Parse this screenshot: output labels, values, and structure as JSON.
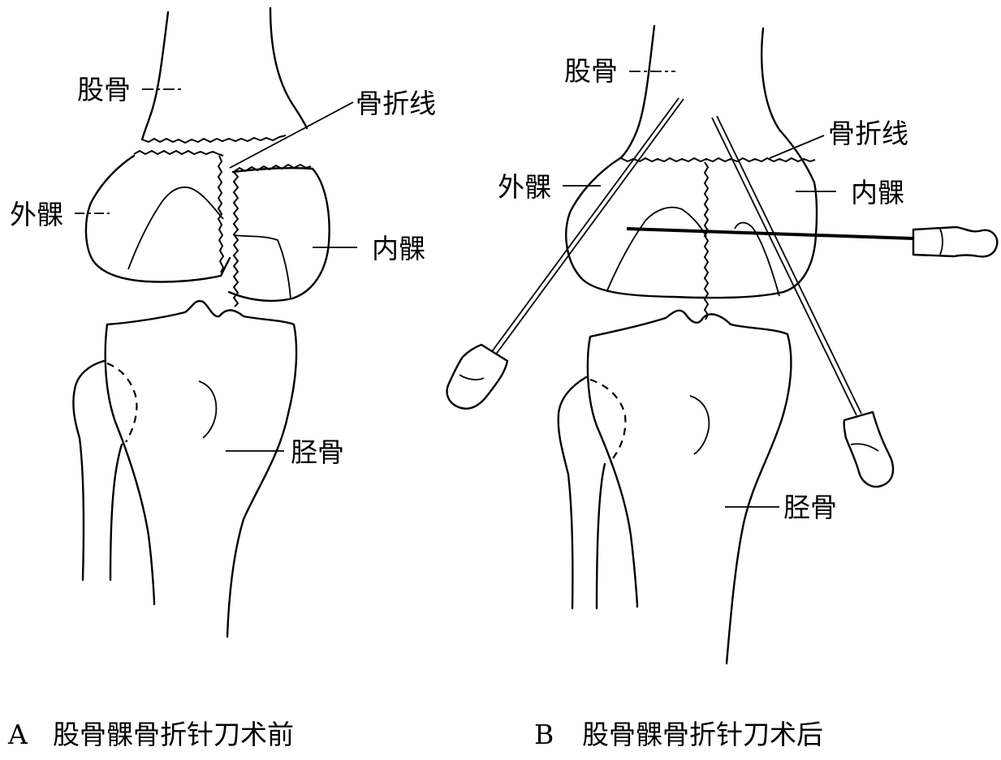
{
  "panel_a": {
    "labels": {
      "femur": "股骨",
      "fracture_line": "骨折线",
      "lateral_condyle": "外髁",
      "medial_condyle": "内髁",
      "tibia": "胫骨"
    },
    "caption_letter": "A",
    "caption_text": "股骨髁骨折针刀术前"
  },
  "panel_b": {
    "labels": {
      "femur": "股骨",
      "fracture_line": "骨折线",
      "lateral_condyle": "外髁",
      "medial_condyle": "内髁",
      "tibia": "胫骨"
    },
    "caption_letter": "B",
    "caption_text": "股骨髁骨折针刀术后"
  }
}
